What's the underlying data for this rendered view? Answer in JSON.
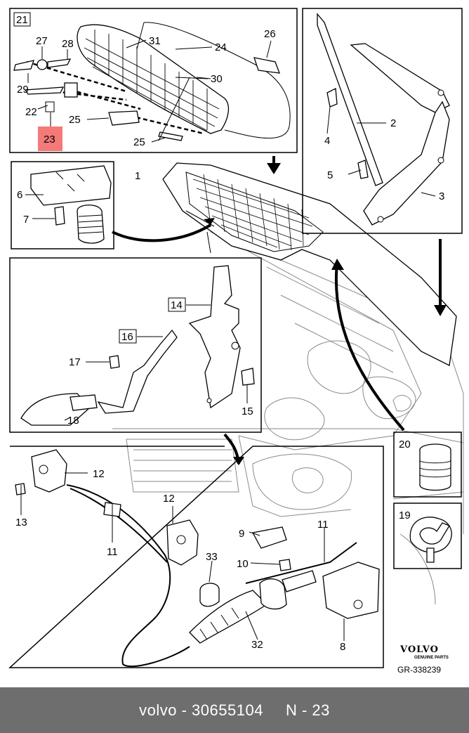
{
  "labels": {
    "n21": "21",
    "n27": "27",
    "n28": "28",
    "n31": "31",
    "n24": "24",
    "n26": "26",
    "n29": "29",
    "n30": "30",
    "n22": "22",
    "n23": "23",
    "n25a": "25",
    "n25b": "25",
    "n4": "4",
    "n2": "2",
    "n5": "5",
    "n3": "3",
    "n1": "1",
    "n6": "6",
    "n7": "7",
    "n14": "14",
    "n16": "16",
    "n17": "17",
    "n15": "15",
    "n18": "18",
    "n20": "20",
    "n19": "19",
    "n12a": "12",
    "n13": "13",
    "n11a": "11",
    "n12b": "12",
    "n9": "9",
    "n11b": "11",
    "n10": "10",
    "n33": "33",
    "n32": "32",
    "n8": "8"
  },
  "brand": {
    "name": "VOLVO",
    "sub": "GENUINE PARTS",
    "ref": "GR-338239"
  },
  "footer": {
    "text": "volvo - 30655104",
    "part_ref": "N - 23"
  },
  "colors": {
    "highlight": "#f47a7a",
    "footer_bg": "#6e6e6e",
    "car_lines": "#8a8a8a"
  }
}
